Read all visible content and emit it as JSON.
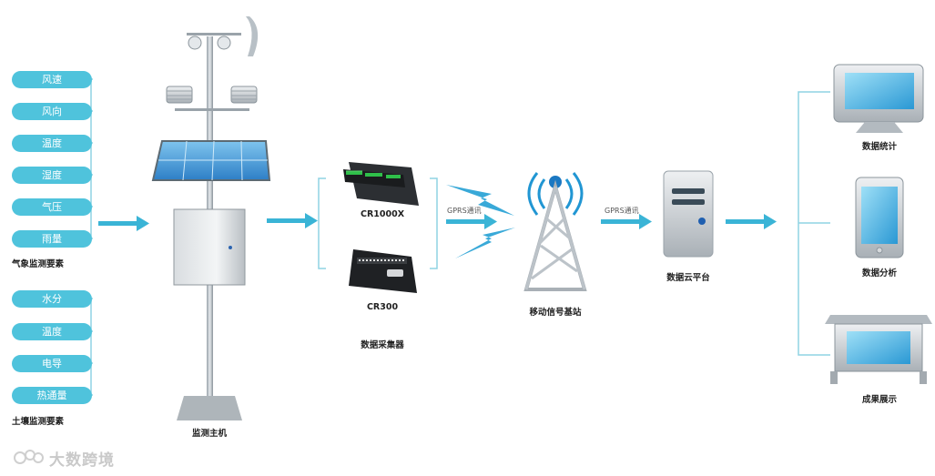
{
  "meteo": {
    "items": [
      "风速",
      "风向",
      "温度",
      "湿度",
      "气压",
      "雨量"
    ],
    "label": "气象监测要素"
  },
  "soil": {
    "items": [
      "水分",
      "温度",
      "电导",
      "热通量"
    ],
    "label": "土壤监测要素"
  },
  "station_label": "监测主机",
  "loggers": {
    "top": "CR1000X",
    "bottom": "CR300",
    "label": "数据采集器"
  },
  "links": {
    "gprs_left": "GPRS通讯",
    "gprs_right": "GPRS通讯"
  },
  "tower_label": "移动信号基站",
  "cloud_label": "数据云平台",
  "outputs": [
    "数据统计",
    "数据分析",
    "成果展示"
  ],
  "watermark": "大数跨境",
  "colors": {
    "pill": "#4fc3dc",
    "arrow": "#3ab4d6",
    "bracket": "#8fd3e4"
  }
}
